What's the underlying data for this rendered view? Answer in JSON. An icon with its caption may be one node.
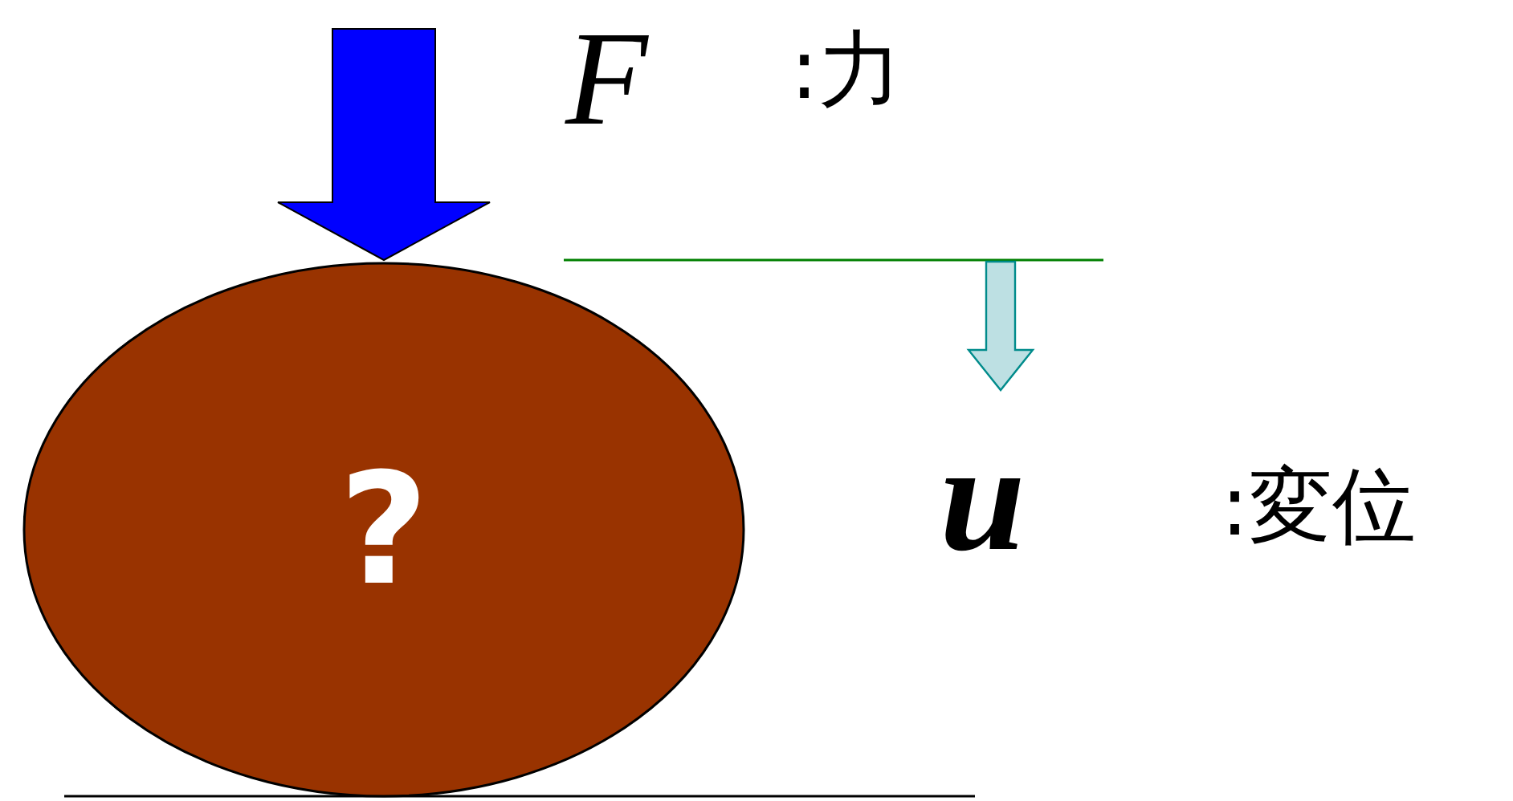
{
  "diagram": {
    "nodes": [
      {
        "text": [
          "?"
        ]
      }
    ],
    "labels": [
      "F",
      ":力",
      "u",
      ":変位"
    ]
  }
}
